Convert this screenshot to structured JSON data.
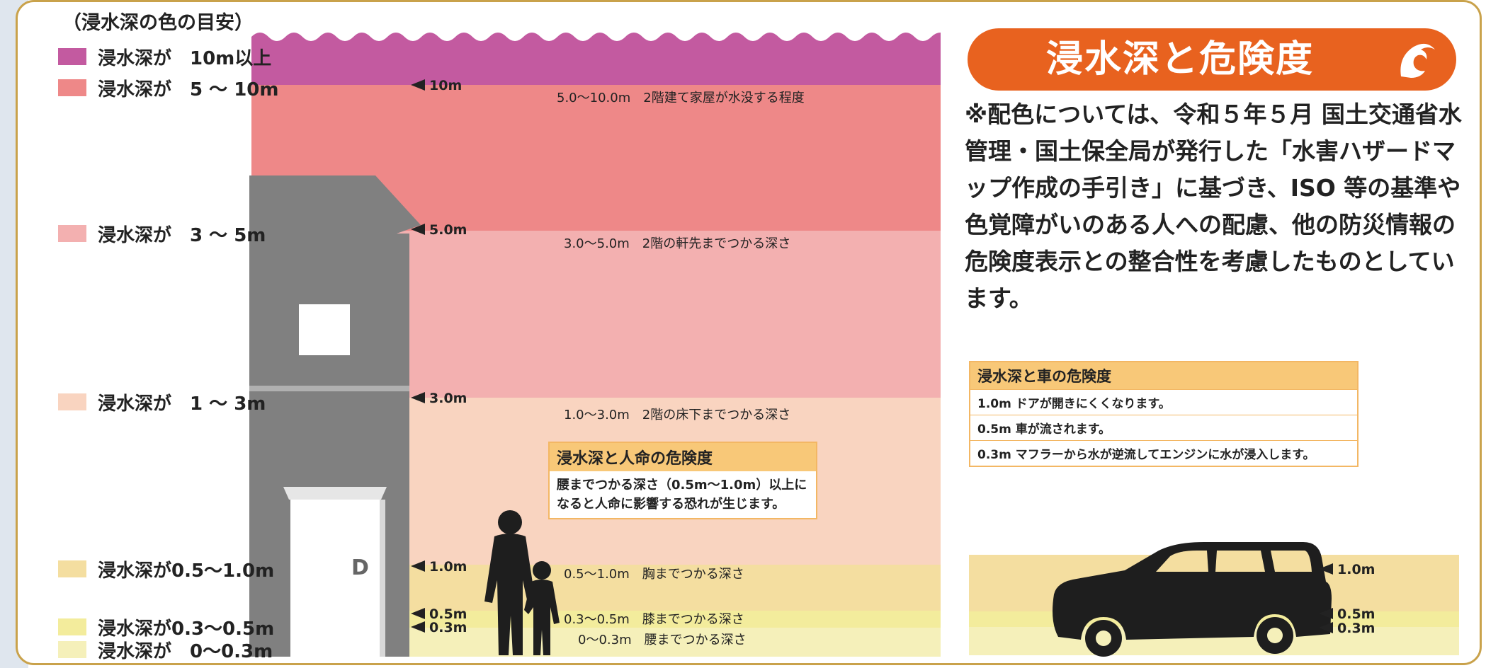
{
  "legend": {
    "title": "（浸水深の色の目安）",
    "items": [
      {
        "label": "浸水深が　10m以上",
        "color": "#c35aa0"
      },
      {
        "label": "浸水深が　5 ～ 10m",
        "color": "#ee8888"
      },
      {
        "label": "浸水深が　3 ～ 5m",
        "color": "#f3b0b0"
      },
      {
        "label": "浸水深が　1 ～ 3m",
        "color": "#f9d4c0"
      },
      {
        "label": "浸水深が0.5～1.0m",
        "color": "#f4dea0"
      },
      {
        "label": "浸水深が0.3～0.5m",
        "color": "#f3ec9c"
      },
      {
        "label": "浸水深が　0～0.3m",
        "color": "#f5f0ba"
      }
    ]
  },
  "levels": {
    "m10": "10m",
    "m5": "5.0m",
    "m3": "3.0m",
    "m1": "1.0m",
    "m05": "0.5m",
    "m03": "0.3m"
  },
  "descriptions": {
    "d5_10": "5.0～10.0m　2階建て家屋が水没する程度",
    "d3_5": "3.0～5.0m　2階の軒先までつかる深さ",
    "d1_3": "1.0～3.0m　2階の床下までつかる深さ",
    "d05_1": "0.5～1.0m　胸までつかる深さ",
    "d03_05": "0.3～0.5m　膝までつかる深さ",
    "d0_03": "0～0.3m　腰までつかる深さ"
  },
  "house": {
    "door_letter": "D"
  },
  "human_box": {
    "title": "浸水深と人命の危険度",
    "lines": [
      "腰までつかる深さ（0.5m～1.0m）以上に",
      "なると人命に影響する恐れが生じます。"
    ]
  },
  "header": {
    "title": "浸水深と危険度",
    "note": "※配色については、令和５年５月 国土交通省水管理・国土保全局が発行した「水害ハザードマップ作成の手引き」に基づき、ISO 等の基準や色覚障がいのある人への配慮、他の防災情報の危険度表示との整合性を考慮したものとしています。"
  },
  "car_box": {
    "title": "浸水深と車の危険度",
    "rows": [
      "1.0m ドアが開きにくくなります。",
      "0.5m 車が流されます。",
      "0.3m マフラーから水が逆流してエンジンに水が浸入します。"
    ]
  },
  "car_levels": {
    "m1": "1.0m",
    "m05": "0.5m",
    "m03": "0.3m"
  },
  "colors": {
    "accent": "#e8621f",
    "border": "#c9a24b",
    "silhouette": "#1e1e1e",
    "house": "#808080"
  }
}
